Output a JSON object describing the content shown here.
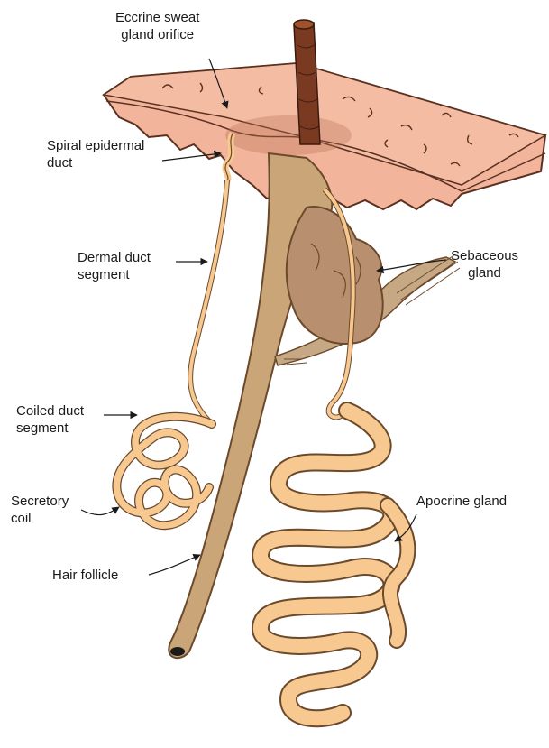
{
  "labels": {
    "eccrine_orifice": [
      "Eccrine sweat",
      "gland orifice"
    ],
    "spiral_duct": [
      "Spiral epidermal",
      "duct"
    ],
    "dermal_duct": [
      "Dermal duct",
      "segment"
    ],
    "coiled_duct": [
      "Coiled duct",
      "segment"
    ],
    "secretory_coil": [
      "Secretory",
      "coil"
    ],
    "hair_follicle": "Hair follicle",
    "sebaceous_gland": [
      "Sebaceous",
      "gland"
    ],
    "apocrine_gland": "Apocrine gland"
  },
  "colors": {
    "skin": "#f2b49a",
    "skin_outline": "#5a3020",
    "follicle": "#c9a578",
    "gland": "#f7c890",
    "hair": "#7a3a22",
    "sebaceous": "#b89070",
    "muscle": "#c7a884"
  }
}
